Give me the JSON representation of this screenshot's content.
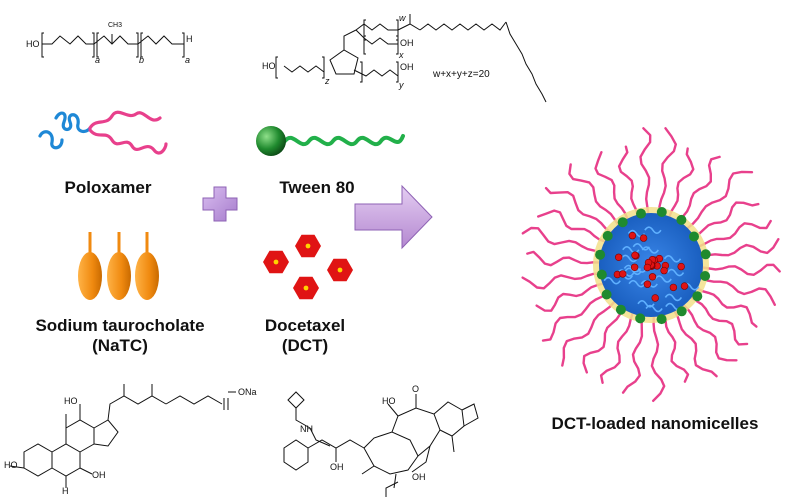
{
  "components": {
    "poloxamer": {
      "label": "Poloxamer"
    },
    "tween80": {
      "label": "Tween 80"
    },
    "natc": {
      "label_line1": "Sodium taurocholate",
      "label_line2": "(NaTC)"
    },
    "dct": {
      "label_line1": "Docetaxel",
      "label_line2": "(DCT)"
    }
  },
  "product": {
    "label": "DCT-loaded nanomicelles"
  },
  "formulas": {
    "poloxamer": {
      "ho": "HO",
      "h": "H",
      "ch3": "CH3",
      "a1": "a",
      "b": "b",
      "a2": "a"
    },
    "tween": {
      "ho": "HO",
      "oh1": "OH",
      "oh2": "OH",
      "w": "w",
      "x": "x",
      "y": "y",
      "z": "z",
      "sum": "w+x+y+z=20"
    },
    "natc": {
      "ho1": "HO",
      "ho2": "HO",
      "oh": "OH",
      "ona": "ONa",
      "h": "H"
    },
    "dct": {
      "oh1": "OH",
      "oh2": "OH",
      "ho": "HO",
      "nh": "NH",
      "o": "O"
    }
  },
  "colors": {
    "poloxamer_blue": "#1e88d6",
    "poloxamer_pink": "#e8408c",
    "tween_head": "#1f8a2e",
    "tween_tail": "#22b04a",
    "natc": "#f08a10",
    "docetaxel": "#e01414",
    "plus": "#b48ad6",
    "arrow": "#c7a0e0",
    "micelle_core": "#1e6fd6",
    "micelle_shell": "#f2e08a"
  }
}
